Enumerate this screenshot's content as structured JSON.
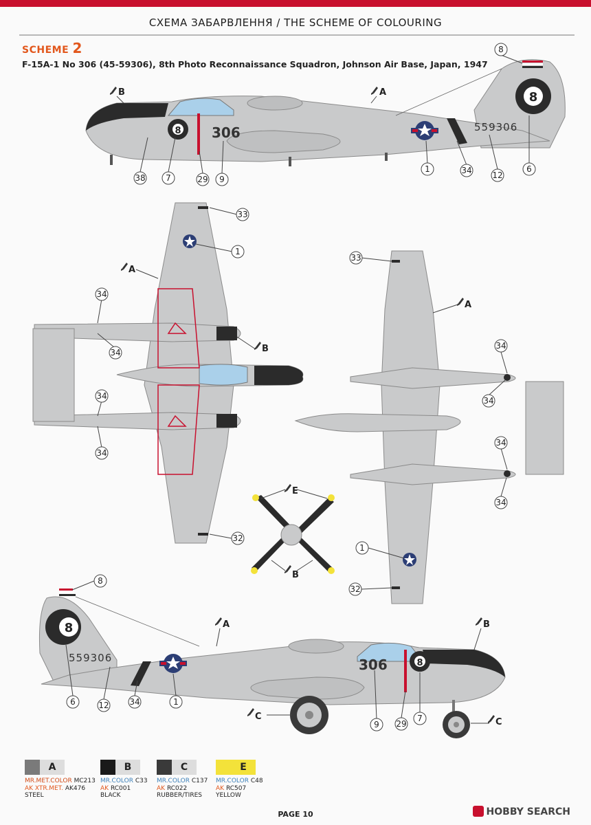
{
  "header": "СХЕМА ЗАБАРВЛЕННЯ / THE SCHEME OF COLOURING",
  "scheme": {
    "label": "SCHEME",
    "number": "2"
  },
  "subtitle": "F-15A-1 No 306 (45-59306), 8th Photo Reconnaissance Squadron, Johnson Air Base, Japan, 1947",
  "aircraft_markings": {
    "tail_number": "8",
    "serial": "559306",
    "nose_number": "306"
  },
  "callouts": {
    "c1": "1",
    "c6": "6",
    "c7": "7",
    "c8": "8",
    "c9": "9",
    "c12": "12",
    "c29": "29",
    "c32": "32",
    "c33": "33",
    "c34": "34",
    "c38": "38"
  },
  "paint_letters": {
    "a": "A",
    "b": "B",
    "c": "C",
    "e": "E"
  },
  "legend": [
    {
      "letter": "A",
      "chip_color": "#7a7a7a",
      "line1_brand": "MR.MET.COLOR",
      "line1_code": "MC213",
      "line2_brand": "AK XTR.MET.",
      "line2_code": "AK476",
      "name": "STEEL"
    },
    {
      "letter": "B",
      "chip_color": "#1a1a1a",
      "line1_brand": "MR.COLOR",
      "line1_code": "C33",
      "line2_brand": "AK",
      "line2_code": "RC001",
      "name": "BLACK"
    },
    {
      "letter": "C",
      "chip_color": "#3a3a3a",
      "line1_brand": "MR.COLOR",
      "line1_code": "C137",
      "line2_brand": "AK",
      "line2_code": "RC022",
      "name": "RUBBER/TIRES"
    },
    {
      "letter": "E",
      "chip_color": "#f3e23a",
      "line1_brand": "MR.COLOR",
      "line1_code": "C48",
      "line2_brand": "AK",
      "line2_code": "RC507",
      "name": "YELLOW"
    }
  ],
  "page": "PAGE 10",
  "watermark": "HOBBY SEARCH",
  "colors": {
    "accent_red": "#c8102e",
    "scheme_orange": "#e2571c",
    "aircraft_grey": "#c9cacb",
    "canopy_blue": "#aad0ea"
  }
}
